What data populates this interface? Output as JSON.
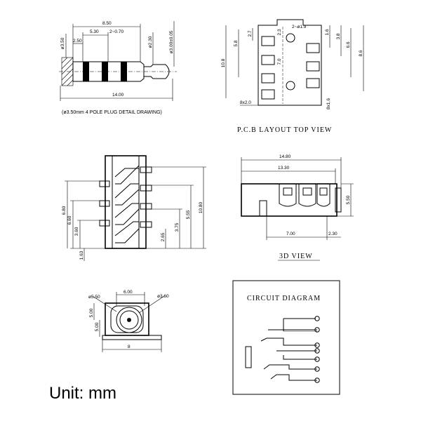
{
  "plug": {
    "dims": [
      "8.50",
      "5.30",
      "2~0.70",
      "2.50",
      "ø3.50",
      "ø2.30",
      "ø3.00±0.05",
      "14.00"
    ],
    "caption": "(ø3.50mm 4 POLE PLUG DETAIL DRAWING)"
  },
  "pcb": {
    "dims": [
      "2~ø1.9",
      "2.7",
      "2.3",
      "1.6",
      "3.8",
      "5.8",
      "10.8",
      "7.0",
      "6.6",
      "8.6",
      "8x2.0",
      "8x1.6"
    ],
    "title": "P.C.B LAYOUT TOP VIEW"
  },
  "side": {
    "dims": [
      "6.80",
      "6.60",
      "3.60",
      "1.63",
      "2.65",
      "3.75",
      "5.55",
      "10.80"
    ]
  },
  "view3d": {
    "dims": [
      "14.80",
      "13.30",
      "5.50",
      "7.00",
      "2.30"
    ],
    "title": "3D VIEW"
  },
  "front": {
    "dims": [
      "6.00",
      "ø5.50",
      "ø3.60",
      "5.00",
      "5.00",
      "8"
    ]
  },
  "circuit": {
    "title": "CIRCUIT DIAGRAM"
  },
  "unit_label": "Unit: mm"
}
